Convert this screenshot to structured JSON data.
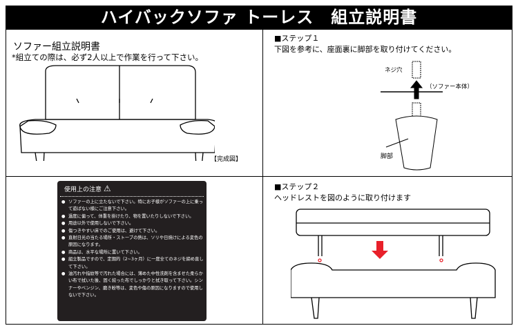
{
  "title": "ハイバックソファ トーレス　組立説明書",
  "overview": {
    "heading": "ソファー組立説明書",
    "note": "*組立ての際は、必ず2人以上で作業を行って下さい。",
    "caption": "【完成図】"
  },
  "step1": {
    "heading": "■ステップ１",
    "text": "下図を参考に、座面裏に脚部を取り付けてください。",
    "label_screw": "ネジ穴",
    "label_body": "（ソファー本体）",
    "label_leg": "脚部"
  },
  "notice": {
    "heading": "使用上の注意",
    "items": [
      "ソファーの上に立たないで下さい。特にお子様がソファーの上に乗って遊ばない様にご注意下さい。",
      "過度に偏って、体重を掛けたり、物を置いたりしないで下さい。",
      "用途以外で使用しないで下さい。",
      "傷つきやすい床でのご使用は、避けて下さい。",
      "直射日光の当たる場所・ストーブの熱は、ソリや日焼けによる変色の原因になります。",
      "商品は、水平な場所に置いて下さい。",
      "組立製品ですので、定期的（2~3ヶ月）に一度全てのネジを締め直して下さい。",
      "油汚れや指紋等で汚れた場合には、薄めた中性洗剤を含ませた柔らかい布で拭いた後、固く絞った布でしっかりと拭き取って下さい。シンナーやベンジン、磨き粉等は、変色や傷の原因になりますので使用しないで下さい。"
    ]
  },
  "step2": {
    "heading": "■ステップ２",
    "text": "ヘッドレストを図のように取り付けます"
  },
  "colors": {
    "arrow": "#e8202a"
  }
}
